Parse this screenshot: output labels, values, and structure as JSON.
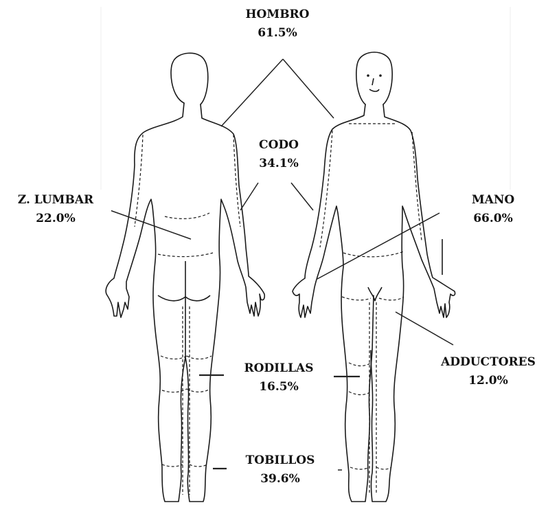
{
  "labels": {
    "hombro": {
      "name": "HOMBRO",
      "value": "61.5%"
    },
    "codo": {
      "name": "CODO",
      "value": "34.1%"
    },
    "lumbar": {
      "name": "Z. LUMBAR",
      "value": "22.0%"
    },
    "mano": {
      "name": "MANO",
      "value": "66.0%"
    },
    "rodillas": {
      "name": "RODILLAS",
      "value": "16.5%"
    },
    "aductores": {
      "name": "ADDUCTORES",
      "value": "12.0%"
    },
    "tobillos": {
      "name": "TOBILLOS",
      "value": "39.6%"
    }
  }
}
